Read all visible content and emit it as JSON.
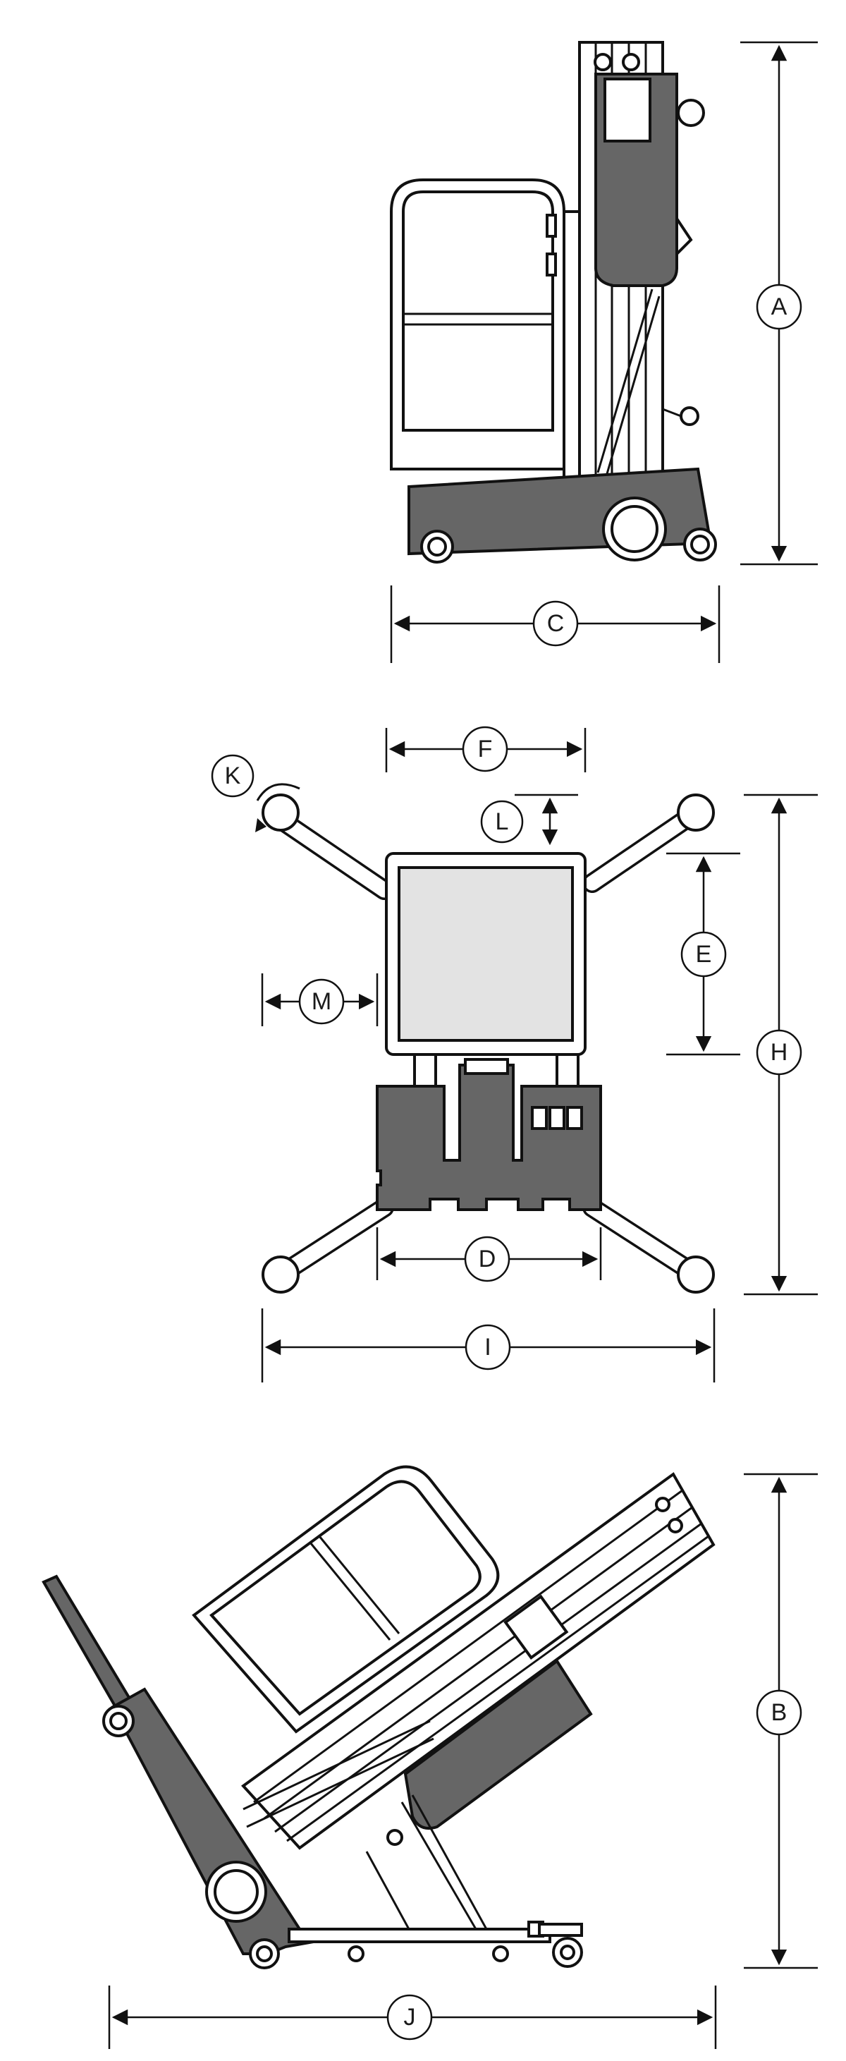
{
  "labels": {
    "A": "A",
    "B": "B",
    "C": "C",
    "D": "D",
    "E": "E",
    "F": "F",
    "H": "H",
    "I": "I",
    "J": "J",
    "K": "K",
    "L": "L",
    "M": "M"
  },
  "colors": {
    "body": "#666666",
    "outline": "#111111",
    "glass": "#e3e3e3"
  }
}
